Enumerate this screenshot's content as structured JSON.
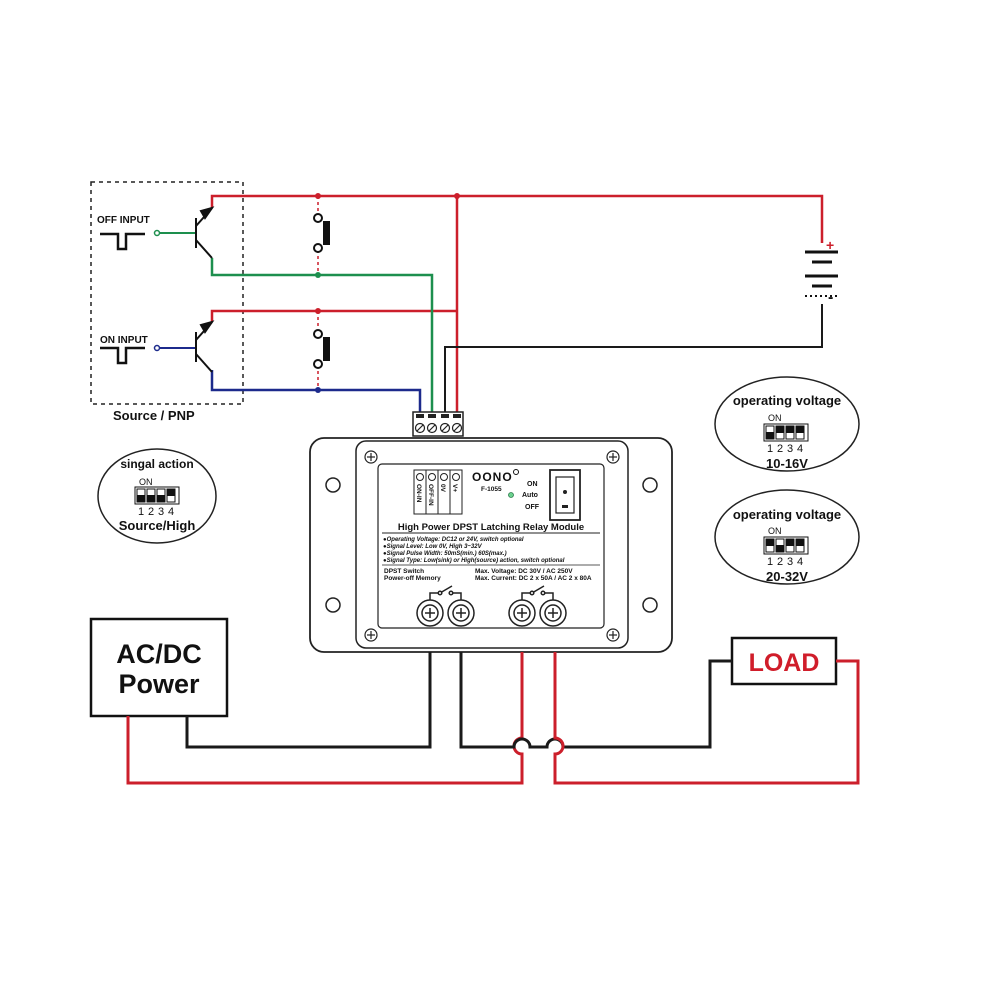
{
  "inputs": {
    "off_input": "OFF INPUT",
    "on_input": "ON INPUT",
    "group_label": "Source / PNP"
  },
  "battery": {
    "plus": "+",
    "minus": "-"
  },
  "signal_action": {
    "title": "singal action",
    "dip_on": "ON",
    "dip_numbers": [
      "1",
      "2",
      "3",
      "4"
    ],
    "caption": "Source/High"
  },
  "voltage_low": {
    "title": "operating voltage",
    "dip_on": "ON",
    "dip_numbers": [
      "1",
      "2",
      "3",
      "4"
    ],
    "caption": "10-16V"
  },
  "voltage_high": {
    "title": "operating voltage",
    "dip_on": "ON",
    "dip_numbers": [
      "1",
      "2",
      "3",
      "4"
    ],
    "caption": "20-32V"
  },
  "module": {
    "brand": "OONO",
    "model": "F-1055",
    "terminals": [
      "ON-IN",
      "OFF-IN",
      "0V",
      "V+"
    ],
    "switch_on": "ON",
    "switch_auto": "Auto",
    "switch_off": "OFF",
    "title": "High Power DPST Latching Relay Module",
    "spec1": "●Operating Voltage: DC12 or 24V, switch optional",
    "spec2": "●Signal Level: Low 0V, High 3~32V",
    "spec3": "●Signal Pulse Width: 50mS(min.) 60S(max.)",
    "spec4": "●Signal Type: Low(sink) or High(source) action, switch optional",
    "left1": "DPST Switch",
    "left2": "Power-off Memory",
    "right1": "Max. Voltage: DC 30V / AC 250V",
    "right2": "Max. Current: DC 2 x 50A / AC 2 x 80A"
  },
  "power": {
    "line1": "AC/DC",
    "line2": "Power"
  },
  "load": {
    "label": "LOAD"
  },
  "colors": {
    "red_wire": "#cc1f2b",
    "green_wire": "#1d8f4e",
    "blue_wire": "#1c2a8c",
    "black_wire": "#1a1a1a",
    "load_red": "#d01d2a"
  }
}
